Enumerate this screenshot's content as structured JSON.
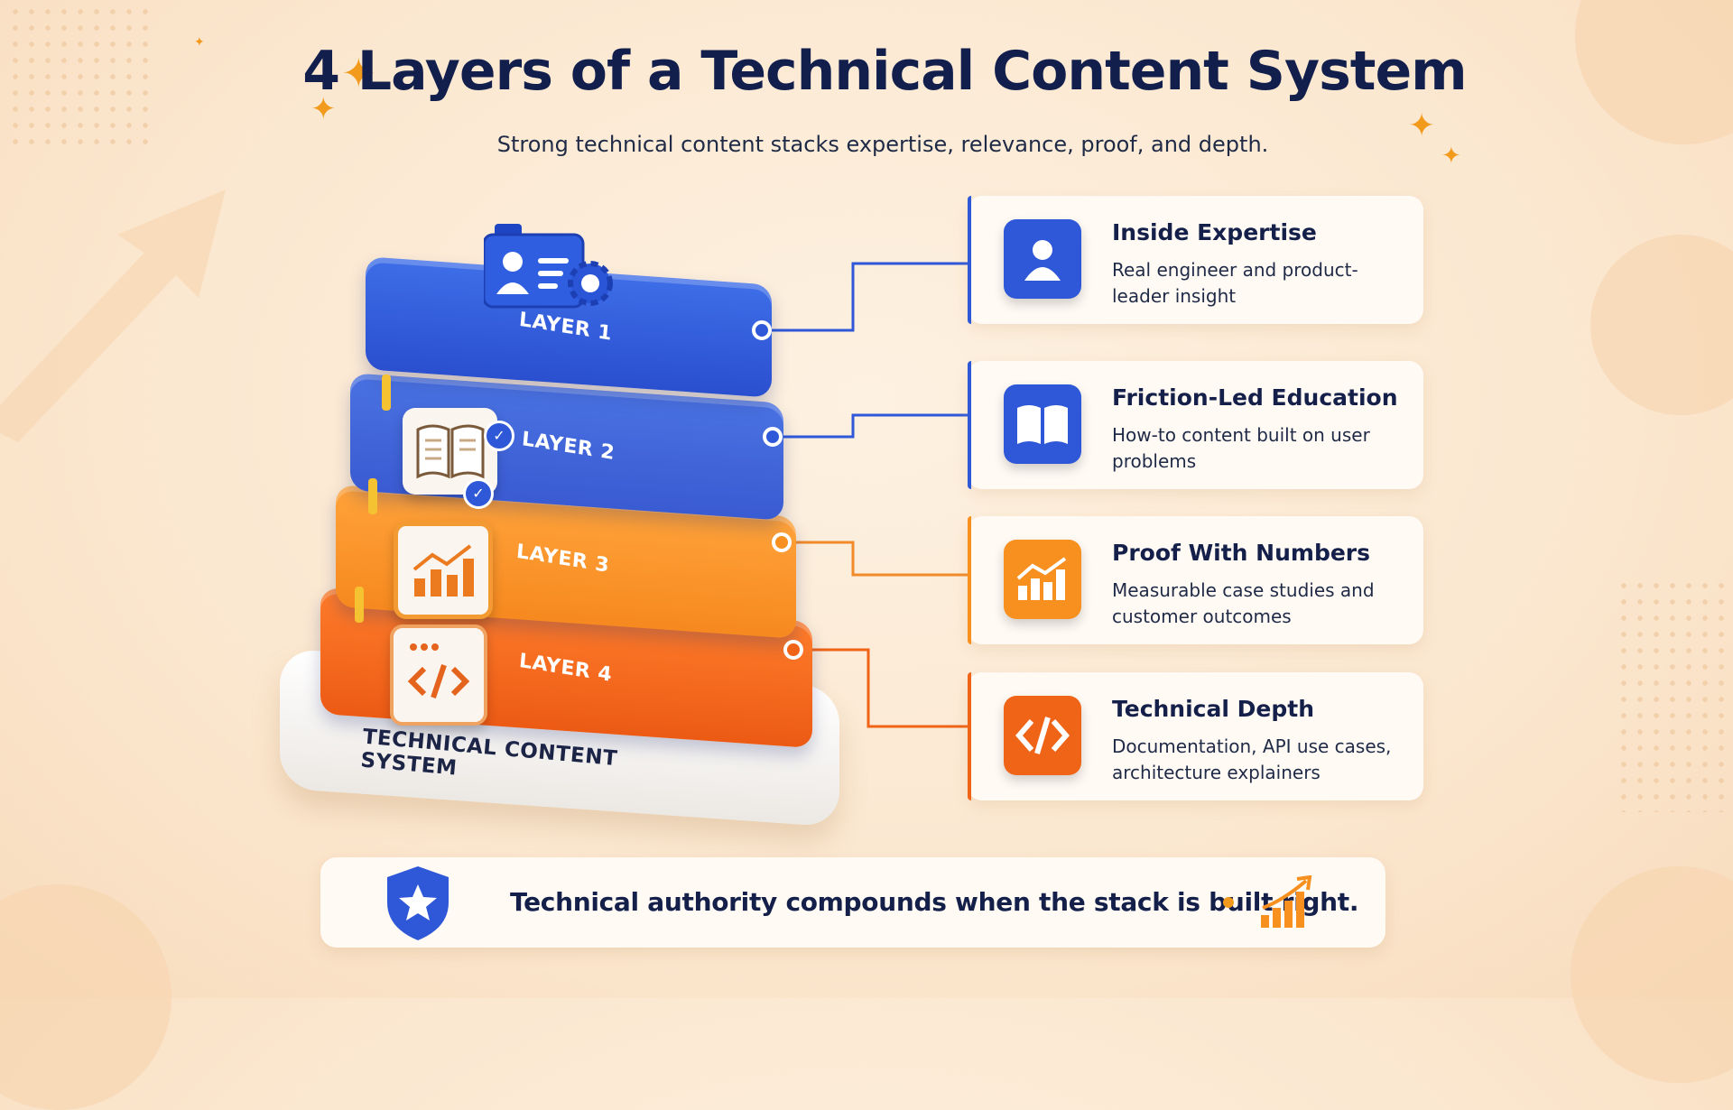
{
  "title": "4 Layers of a Technical Content System",
  "subtitle": "Strong technical content stacks expertise, relevance, proof, and depth.",
  "stack": {
    "base_label": "TECHNICAL CONTENT SYSTEM",
    "layers": [
      {
        "label": "LAYER 1",
        "color": "#2f58d8"
      },
      {
        "label": "LAYER 2",
        "color": "#3d60d6"
      },
      {
        "label": "LAYER 3",
        "color": "#f7901f"
      },
      {
        "label": "LAYER 4",
        "color": "#ef6417"
      }
    ]
  },
  "cards": [
    {
      "title": "Inside Expertise",
      "desc": "Real engineer and product-leader insight",
      "icon": "person-icon",
      "color": "#2f58d8"
    },
    {
      "title": "Friction-Led Education",
      "desc": "How-to content built on user problems",
      "icon": "book-icon",
      "color": "#2f58d8"
    },
    {
      "title": "Proof With Numbers",
      "desc": "Measurable case studies and customer outcomes",
      "icon": "bar-chart-icon",
      "color": "#f7901f"
    },
    {
      "title": "Technical Depth",
      "desc": "Documentation, API use cases, architecture explainers",
      "icon": "code-icon",
      "color": "#ef6417"
    }
  ],
  "banner": {
    "text": "Technical authority compounds when the stack is built right.",
    "left_icon": "shield-star-icon",
    "right_icon": "growth-chart-icon"
  }
}
